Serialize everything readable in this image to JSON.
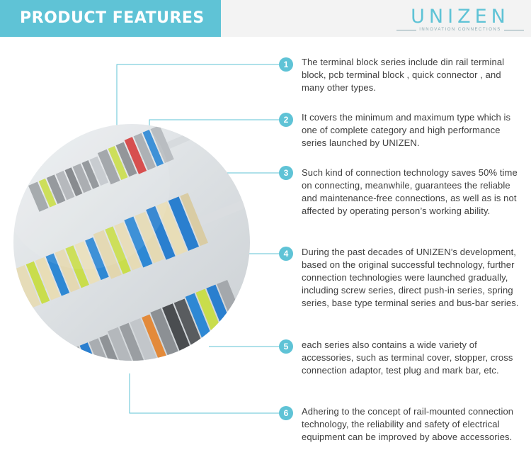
{
  "header": {
    "title": "PRODUCT FEATURES",
    "accent_color": "#5fc3d6"
  },
  "logo": {
    "name": "UNIZEN",
    "tagline": "INNOVATION CONNECTIONS"
  },
  "hero_image": {
    "subject": "din rail terminal blocks photo",
    "colors": [
      "#2a7fcf",
      "#c8e04a",
      "#e8dcb8",
      "#9a9a9a",
      "#4a4a4a"
    ]
  },
  "features": [
    {
      "number": "1",
      "text": "The terminal block series include din rail terminal block, pcb terminal block , quick connector , and many other types."
    },
    {
      "number": "2",
      "text": "It covers the minimum and maximum type which is one of complete category and high performance series launched by UNIZEN."
    },
    {
      "number": "3",
      "text": "Such kind of connection technology saves 50% time on connecting, meanwhile, guarantees the reliable and maintenance-free connections, as well as is not affected by operating person’s working ability."
    },
    {
      "number": "4",
      "text": "During the past decades of UNIZEN’s development, based on the original successful technology, further connection technologies were launched gradually, including screw series, direct push-in series, spring series, base type terminal series and bus-bar series."
    },
    {
      "number": "5",
      "text": "each series also contains a wide variety of accessories, such as terminal cover, stopper, cross connection adaptor, test plug and mark bar, etc."
    },
    {
      "number": "6",
      "text": "Adhering to the concept of rail-mounted connection technology, the reliability and safety of electrical equipment can be improved by above accessories."
    }
  ]
}
